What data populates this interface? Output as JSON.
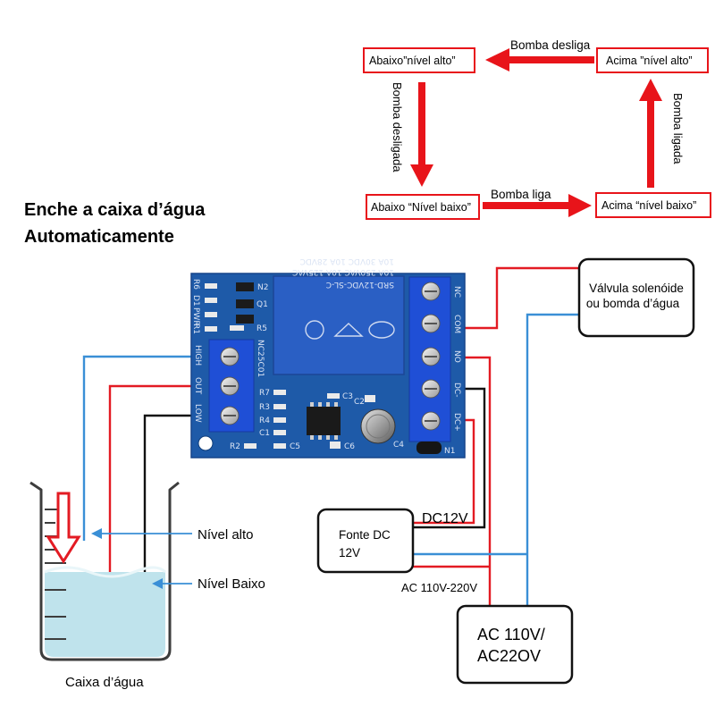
{
  "title": {
    "line1": "Enche a caixa d’água",
    "line2": "Automaticamente"
  },
  "flow": {
    "box_top_left": "Abaixo”nível alto”",
    "box_top_right": "Acima ”nível alto”",
    "box_bottom_left": "Abaixo “Nível baixo”",
    "box_bottom_right": "Acima “nível baixo”",
    "arrow_top": "Bomba desliga",
    "arrow_bottom": "Bomba liga",
    "arrow_left": "Bomba desligada",
    "arrow_right": "Bomba ligada"
  },
  "devices": {
    "valve_line1": "Válvula solenóide",
    "valve_line2": "ou bomda d’água",
    "dc_line1": "Fonte DC",
    "dc_line2": "12V",
    "ac_line1": "AC 110V/",
    "ac_line2": "AC22OV"
  },
  "wires": {
    "dc_label": "DC12V",
    "ac_label": "AC 110V-220V"
  },
  "tank": {
    "label": "Caixa d’água",
    "high_label": "Nível alto",
    "low_label": "Nível Baixo"
  },
  "pcb": {
    "model": "NC25C01",
    "relay_line1": "SRD-12VDC-SL-C",
    "relay_line2": "10A 250VAC  10A 125VAC",
    "relay_line3": "10A 30VDC  10A 28VDC",
    "left_terminals": [
      "HIGH",
      "OUT",
      "LOW"
    ],
    "right_terminals": [
      "NC",
      "COM",
      "NO",
      "DC-",
      "DC+"
    ],
    "components": [
      "R6",
      "D1",
      "PWR",
      "R1",
      "N2",
      "Q1",
      "R5",
      "R7",
      "R3",
      "R4",
      "C1",
      "R2",
      "C5",
      "C3",
      "C2",
      "C6",
      "C4",
      "N1"
    ]
  },
  "colors": {
    "flow_red": "#e8141a",
    "wire_red": "#e31b23",
    "wire_blue": "#3a8fd6",
    "wire_black": "#111111",
    "pcb_blue": "#1e5aa8",
    "terminal_blue": "#1f4fd6",
    "relay_blue": "#2a5fc4",
    "water": "#bfe3ec"
  }
}
